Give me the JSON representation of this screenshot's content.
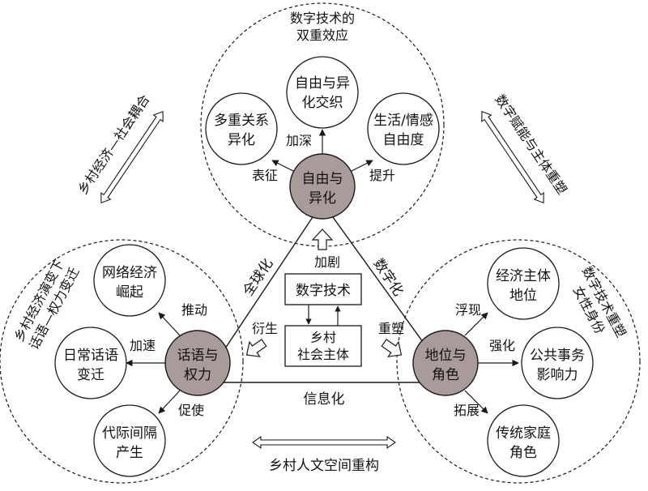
{
  "top_cluster": {
    "title_line1": "数字技术的",
    "title_line2": "双重效应",
    "center_line1": "自由与",
    "center_line2": "异化",
    "node_left_line1": "多重关系",
    "node_left_line2": "异化",
    "node_mid_line1": "自由与异",
    "node_mid_line2": "化交织",
    "node_right_line1": "生活/情感",
    "node_right_line2": "自由度",
    "edge_left": "表征",
    "edge_mid": "加深",
    "edge_right": "提升"
  },
  "left_cluster": {
    "title_line1": "乡村经济演变下",
    "title_line2": "话语—权力变迁",
    "center_line1": "话语与",
    "center_line2": "权力",
    "node_top_line1": "网络经济",
    "node_top_line2": "崛起",
    "node_mid_line1": "日常话语",
    "node_mid_line2": "变迁",
    "node_bottom_line1": "代际间隔",
    "node_bottom_line2": "产生",
    "edge_top": "推动",
    "edge_mid": "加速",
    "edge_bottom": "促使"
  },
  "right_cluster": {
    "title_line1": "数字技术重塑",
    "title_line2": "女性身份",
    "center_line1": "地位与",
    "center_line2": "角色",
    "node_top_line1": "经济主体",
    "node_top_line2": "地位",
    "node_mid_line1": "公共事务",
    "node_mid_line2": "影响力",
    "node_bottom_line1": "传统家庭",
    "node_bottom_line2": "角色",
    "edge_top": "浮现",
    "edge_mid": "强化",
    "edge_bottom": "拓展"
  },
  "triangle": {
    "left_edge": "全球化",
    "right_edge": "数字化",
    "bottom_edge": "信息化",
    "box_top": "数字技术",
    "box_bottom_line1": "乡村",
    "box_bottom_line2": "社会主体",
    "arrow_up_label": "加剧",
    "arrow_left_label": "衍生",
    "arrow_right_label": "重塑"
  },
  "side_labels": {
    "left": "乡村经济—社会耦合",
    "right": "数字赋能与主体重塑",
    "bottom": "乡村人文空间重构"
  },
  "colors": {
    "center_fill": "#a89b99",
    "stroke": "#1a1a1a"
  }
}
